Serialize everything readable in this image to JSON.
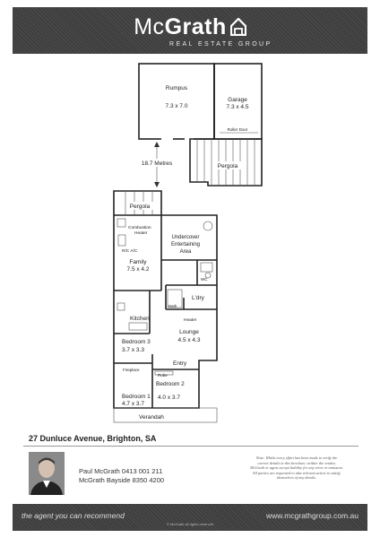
{
  "brand": {
    "name_light": "Mc",
    "name_bold": "Grath",
    "subtitle": "REAL ESTATE GROUP",
    "logo_icon": "house-icon"
  },
  "floorplan": {
    "distance": "18.7 Metres",
    "rooms": {
      "rumpus": {
        "name": "Rumpus",
        "size": "7.3 x 7.0"
      },
      "garage": {
        "name": "Garage",
        "size": "7.3 x 4.5"
      },
      "roller_door": "Roller Door",
      "pergola_top": "Pergola",
      "pergola_house": "Pergola",
      "combustion_heater": {
        "l1": "Combustion",
        "l2": "Heater"
      },
      "ra_ac": "R/C A/C",
      "family": {
        "name": "Family",
        "size": "7.5 x 4.2"
      },
      "entertaining": {
        "l1": "Undercover",
        "l2": "Entertaining",
        "l3": "Area"
      },
      "wc": "WC",
      "laundry": "L'dry",
      "bath": "Bath",
      "heater": "Heater",
      "kitchen": "Kitchen",
      "lounge": {
        "name": "Lounge",
        "size": "4.5 x 4.3"
      },
      "bedroom3": {
        "name": "Bedroom 3",
        "size": "3.7 x 3.3"
      },
      "fireplace": "Fireplace",
      "entry": "Entry",
      "robe": "Robe",
      "bedroom2": {
        "name": "Bedroom 2",
        "size": "4.0 x 3.7"
      },
      "bedroom1": {
        "name": "Bedroom 1",
        "size": "4.7 x 3.7"
      },
      "verandah": "Verandah"
    }
  },
  "listing": {
    "address": "27 Dunluce Avenue, Brighton, SA"
  },
  "agent": {
    "name_line": "Paul McGrath   0413 001 211",
    "office_line": "McGrath Bayside  8350 4200",
    "photo_icon": "person-icon"
  },
  "disclaimer": {
    "lines": [
      "Note: Whilst every effort has been made to verify the",
      "correct details in this brochure, neither the vendor,",
      "McGrath or agent accept liability for any error or omission.",
      "All parties are requested to take relevant action to satisfy",
      "themselves of any details."
    ]
  },
  "footer": {
    "tagline": "the agent you can recommend",
    "website": "www.mcgrathgroup.com.au",
    "copyright": "© McGrath all rights reserved"
  },
  "colors": {
    "banner": "#3e3e3e",
    "walls": "#222222",
    "text_light": "#dedede"
  }
}
